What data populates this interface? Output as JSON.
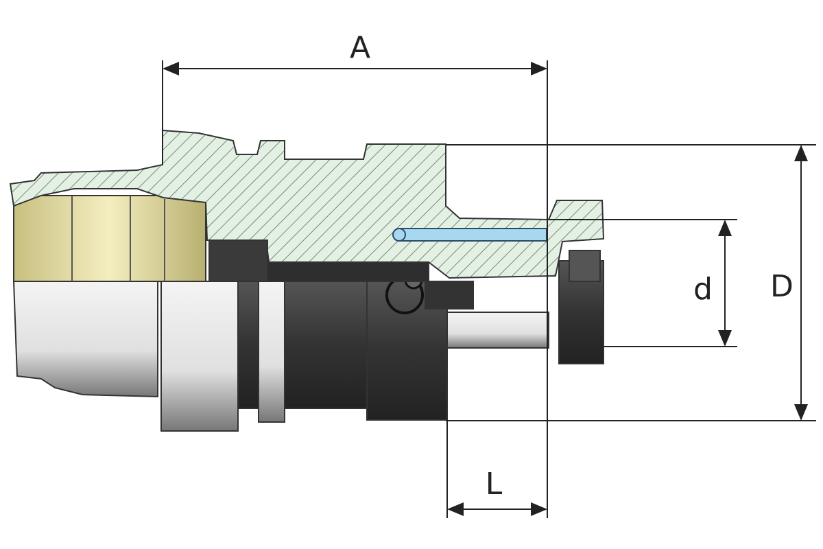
{
  "diagram": {
    "dimensions": {
      "A": "A",
      "D": "D",
      "d": "d",
      "L": "L"
    },
    "colors": {
      "hatch_fill": "#e4f0e4",
      "hatch_line": "#6f8f6f",
      "yellow_part": "#e8e0a0",
      "pin": "#a8d8f0",
      "dark_part": "#3a3a3a",
      "light_part": "#e6e6e6"
    }
  }
}
